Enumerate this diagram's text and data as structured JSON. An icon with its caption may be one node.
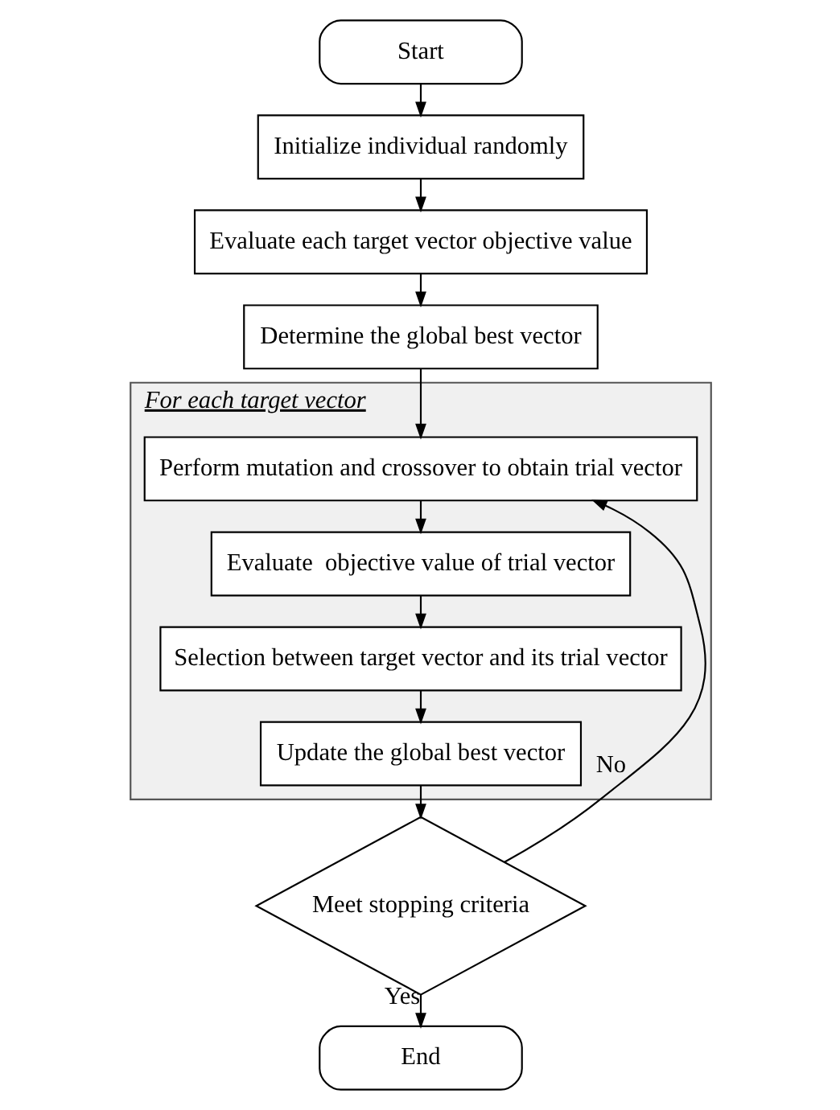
{
  "diagram": {
    "nodes": [
      {
        "text": [
          "Start"
        ]
      },
      {
        "text": [
          "Initialize individual randomly"
        ]
      },
      {
        "text": [
          "Evaluate each target vector objective value"
        ]
      },
      {
        "text": [
          "Determine the global best vector"
        ]
      },
      {
        "text": [
          "For each target vector"
        ]
      },
      {
        "text": [
          "Perform mutation and crossover to obtain trial vector"
        ],
        "in": 4
      },
      {
        "text": [
          "Evaluate  objective value of trial vector"
        ],
        "in": 4
      },
      {
        "text": [
          "Selection between target vector and its trial vector"
        ],
        "in": 4
      },
      {
        "text": [
          "Update the global best vector"
        ],
        "in": 4
      },
      {
        "text": [
          "Meet stopping criteria"
        ]
      },
      {
        "text": [
          "End"
        ]
      }
    ],
    "edges": [
      {
        "from": 0,
        "to": 1,
        "arrow": "to"
      },
      {
        "from": 1,
        "to": 2,
        "arrow": "to"
      },
      {
        "from": 2,
        "to": 3,
        "arrow": "to"
      },
      {
        "from": 3,
        "to": 5,
        "arrow": "to"
      },
      {
        "from": 5,
        "to": 6,
        "arrow": "to"
      },
      {
        "from": 6,
        "to": 7,
        "arrow": "to"
      },
      {
        "from": 7,
        "to": 8,
        "arrow": "to"
      },
      {
        "from": 8,
        "to": 9,
        "arrow": "to"
      },
      {
        "from": 9,
        "to": 5,
        "arrow": "to",
        "label": "No"
      },
      {
        "from": 9,
        "to": 10,
        "arrow": "to",
        "label": "Yes"
      }
    ]
  }
}
